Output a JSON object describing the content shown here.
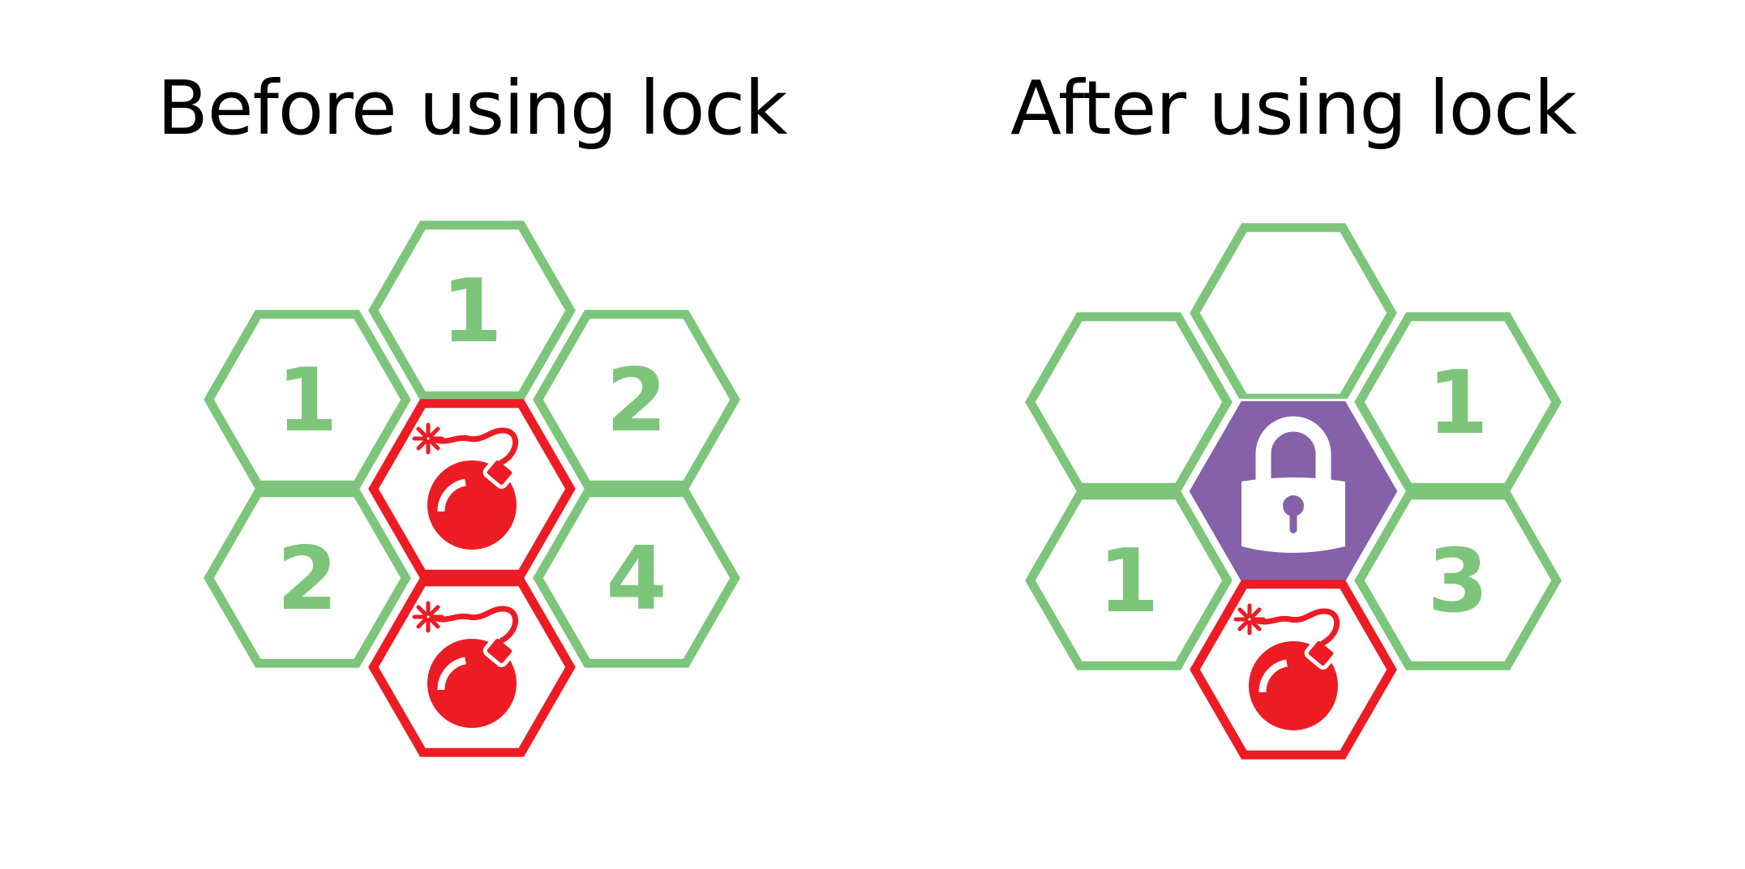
{
  "panels": [
    {
      "title": "Before using lock",
      "cells": [
        {
          "pos": "top",
          "kind": "number",
          "label": "1"
        },
        {
          "pos": "upper-left",
          "kind": "number",
          "label": "1"
        },
        {
          "pos": "upper-right",
          "kind": "number",
          "label": "2"
        },
        {
          "pos": "center",
          "kind": "bomb",
          "label": ""
        },
        {
          "pos": "lower-left",
          "kind": "number",
          "label": "2"
        },
        {
          "pos": "lower-right",
          "kind": "number",
          "label": "4"
        },
        {
          "pos": "bottom",
          "kind": "bomb",
          "label": ""
        }
      ]
    },
    {
      "title": "After using lock",
      "cells": [
        {
          "pos": "top",
          "kind": "empty",
          "label": ""
        },
        {
          "pos": "upper-left",
          "kind": "empty",
          "label": ""
        },
        {
          "pos": "upper-right",
          "kind": "number",
          "label": "1"
        },
        {
          "pos": "center",
          "kind": "lock",
          "label": ""
        },
        {
          "pos": "lower-left",
          "kind": "number",
          "label": "1"
        },
        {
          "pos": "lower-right",
          "kind": "number",
          "label": "3"
        },
        {
          "pos": "bottom",
          "kind": "bomb",
          "label": ""
        }
      ]
    }
  ],
  "icons": {
    "bomb": "bomb-icon",
    "lock": "padlock-icon"
  },
  "colors": {
    "safe_outline": "#7dc57b",
    "safe_number": "#7dc57b",
    "bomb": "#ed1c24",
    "lock_fill": "#8561a9",
    "lock_icon": "#ffffff",
    "title": "#000000"
  }
}
